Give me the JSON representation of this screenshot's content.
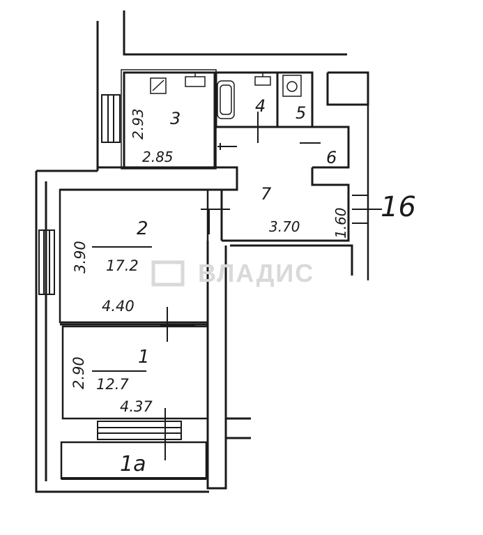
{
  "plan": {
    "apartment_number": "16",
    "watermark": "ВЛАДИС",
    "rooms": [
      {
        "id": "1",
        "area": "12.7",
        "width": "4.37",
        "depth": "2.90"
      },
      {
        "id": "2",
        "area": "17.2",
        "width": "4.40",
        "depth": "3.90"
      },
      {
        "id": "3",
        "width": "2.85",
        "depth": "2.93"
      },
      {
        "id": "7",
        "width": "3.70",
        "depth": "1.60"
      },
      {
        "id": "4"
      },
      {
        "id": "5"
      },
      {
        "id": "6"
      },
      {
        "id": "1a"
      }
    ],
    "balcony_label": "1a"
  }
}
